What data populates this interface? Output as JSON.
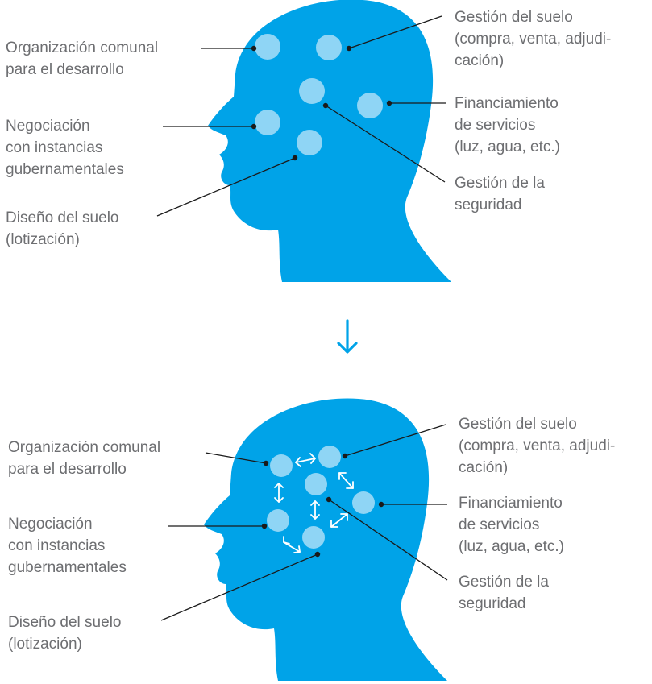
{
  "colors": {
    "head": "#00a3e8",
    "node": "#8fd5f5",
    "text": "#6d6e71",
    "arrow_down": "#00a3e8",
    "connector": "#1a1a1a",
    "interaction_arrow": "#ffffff"
  },
  "top_diagram": {
    "labels": {
      "organizacion": [
        "Organización comunal",
        "para el desarrollo"
      ],
      "negociacion": [
        "Negociación",
        "con instancias",
        "gubernamentales"
      ],
      "diseno": [
        "Diseño del suelo",
        "(lotización)"
      ],
      "gestion_suelo": [
        "Gestión del suelo",
        "(compra, venta, adjudi-",
        "cación)"
      ],
      "financiamiento": [
        "Financiamiento",
        "de servicios",
        "(luz, agua, etc.)"
      ],
      "seguridad": [
        "Gestión de la",
        "seguridad"
      ]
    }
  },
  "transition": {
    "icon": "arrow-down-icon"
  },
  "bottom_diagram": {
    "labels": {
      "organizacion": [
        "Organización comunal",
        "para el desarrollo"
      ],
      "negociacion": [
        "Negociación",
        "con instancias",
        "gubernamentales"
      ],
      "diseno": [
        "Diseño del suelo",
        "(lotización)"
      ],
      "gestion_suelo": [
        "Gestión del suelo",
        "(compra, venta, adjudi-",
        "cación)"
      ],
      "financiamiento": [
        "Financiamiento",
        "de servicios",
        "(luz, agua, etc.)"
      ],
      "seguridad": [
        "Gestión de la",
        "seguridad"
      ]
    }
  }
}
